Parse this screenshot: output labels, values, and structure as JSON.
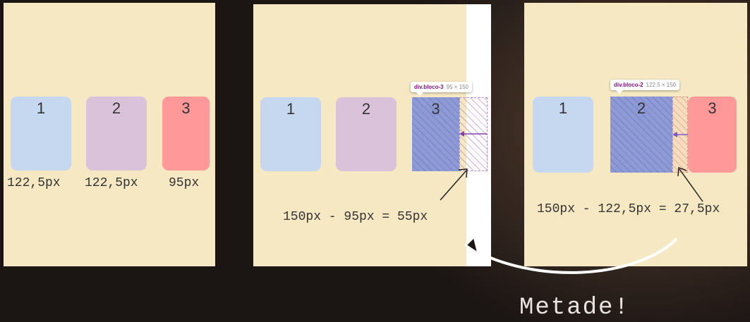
{
  "panel1": {
    "blocks": [
      "1",
      "2",
      "3"
    ],
    "widths": [
      "122,5px",
      "122,5px",
      "95px"
    ]
  },
  "panel2": {
    "blocks": [
      "1",
      "2",
      "3"
    ],
    "tooltip": {
      "selector": "div.bloco-3",
      "size": "95 × 150"
    },
    "equation": "150px - 95px =  55px"
  },
  "panel3": {
    "blocks": [
      "1",
      "2",
      "3"
    ],
    "tooltip": {
      "selector": "div.bloco-2",
      "size": "122.5 × 150"
    },
    "equation": "150px - 122,5px = 27,5px"
  },
  "caption": "Metade!",
  "colors": {
    "panel_bg": "#f6e8c3",
    "block1": "#c6d8ef",
    "block2": "#d9c2da",
    "block3": "#ff9999",
    "highlight": "#8d9ad6"
  }
}
